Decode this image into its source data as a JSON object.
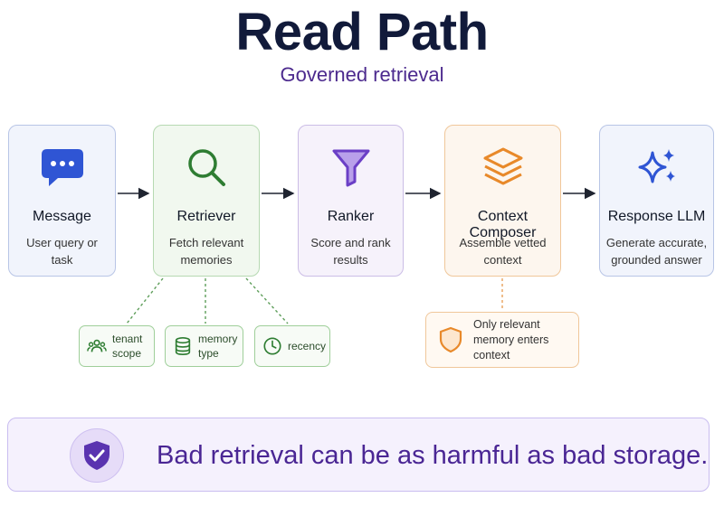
{
  "header": {
    "title": "Read Path",
    "subtitle": "Governed retrieval"
  },
  "pipeline": [
    {
      "name": "Message",
      "desc": "User query or task",
      "icon": "chat-bubble-icon",
      "accent": "#2f55d4"
    },
    {
      "name": "Retriever",
      "desc": "Fetch relevant memories",
      "icon": "search-icon",
      "accent": "#2e7d32"
    },
    {
      "name": "Ranker",
      "desc": "Score and rank results",
      "icon": "filter-funnel-icon",
      "accent": "#6b3fc6"
    },
    {
      "name": "Context Composer",
      "desc": "Assemble vetted context",
      "icon": "layers-icon",
      "accent": "#e8892a"
    },
    {
      "name": "Response LLM",
      "desc": "Generate accurate, grounded answer",
      "icon": "sparkles-icon",
      "accent": "#2f55d4"
    }
  ],
  "retriever_filters": [
    {
      "label": "tenant scope",
      "icon": "users-icon"
    },
    {
      "label": "memory type",
      "icon": "database-icon"
    },
    {
      "label": "recency",
      "icon": "clock-icon"
    }
  ],
  "composer_note": {
    "text": "Only relevant memory enters context",
    "icon": "shield-icon"
  },
  "banner": {
    "text": "Bad retrieval can be as harmful as bad storage.",
    "icon": "shield-check-icon"
  },
  "colors": {
    "title": "#111a3a",
    "subtitle": "#4c2a8e",
    "banner_text": "#4a2694",
    "green": "#2e7d32",
    "orange": "#e8892a",
    "purple": "#6b3fc6",
    "blue": "#2f55d4"
  }
}
